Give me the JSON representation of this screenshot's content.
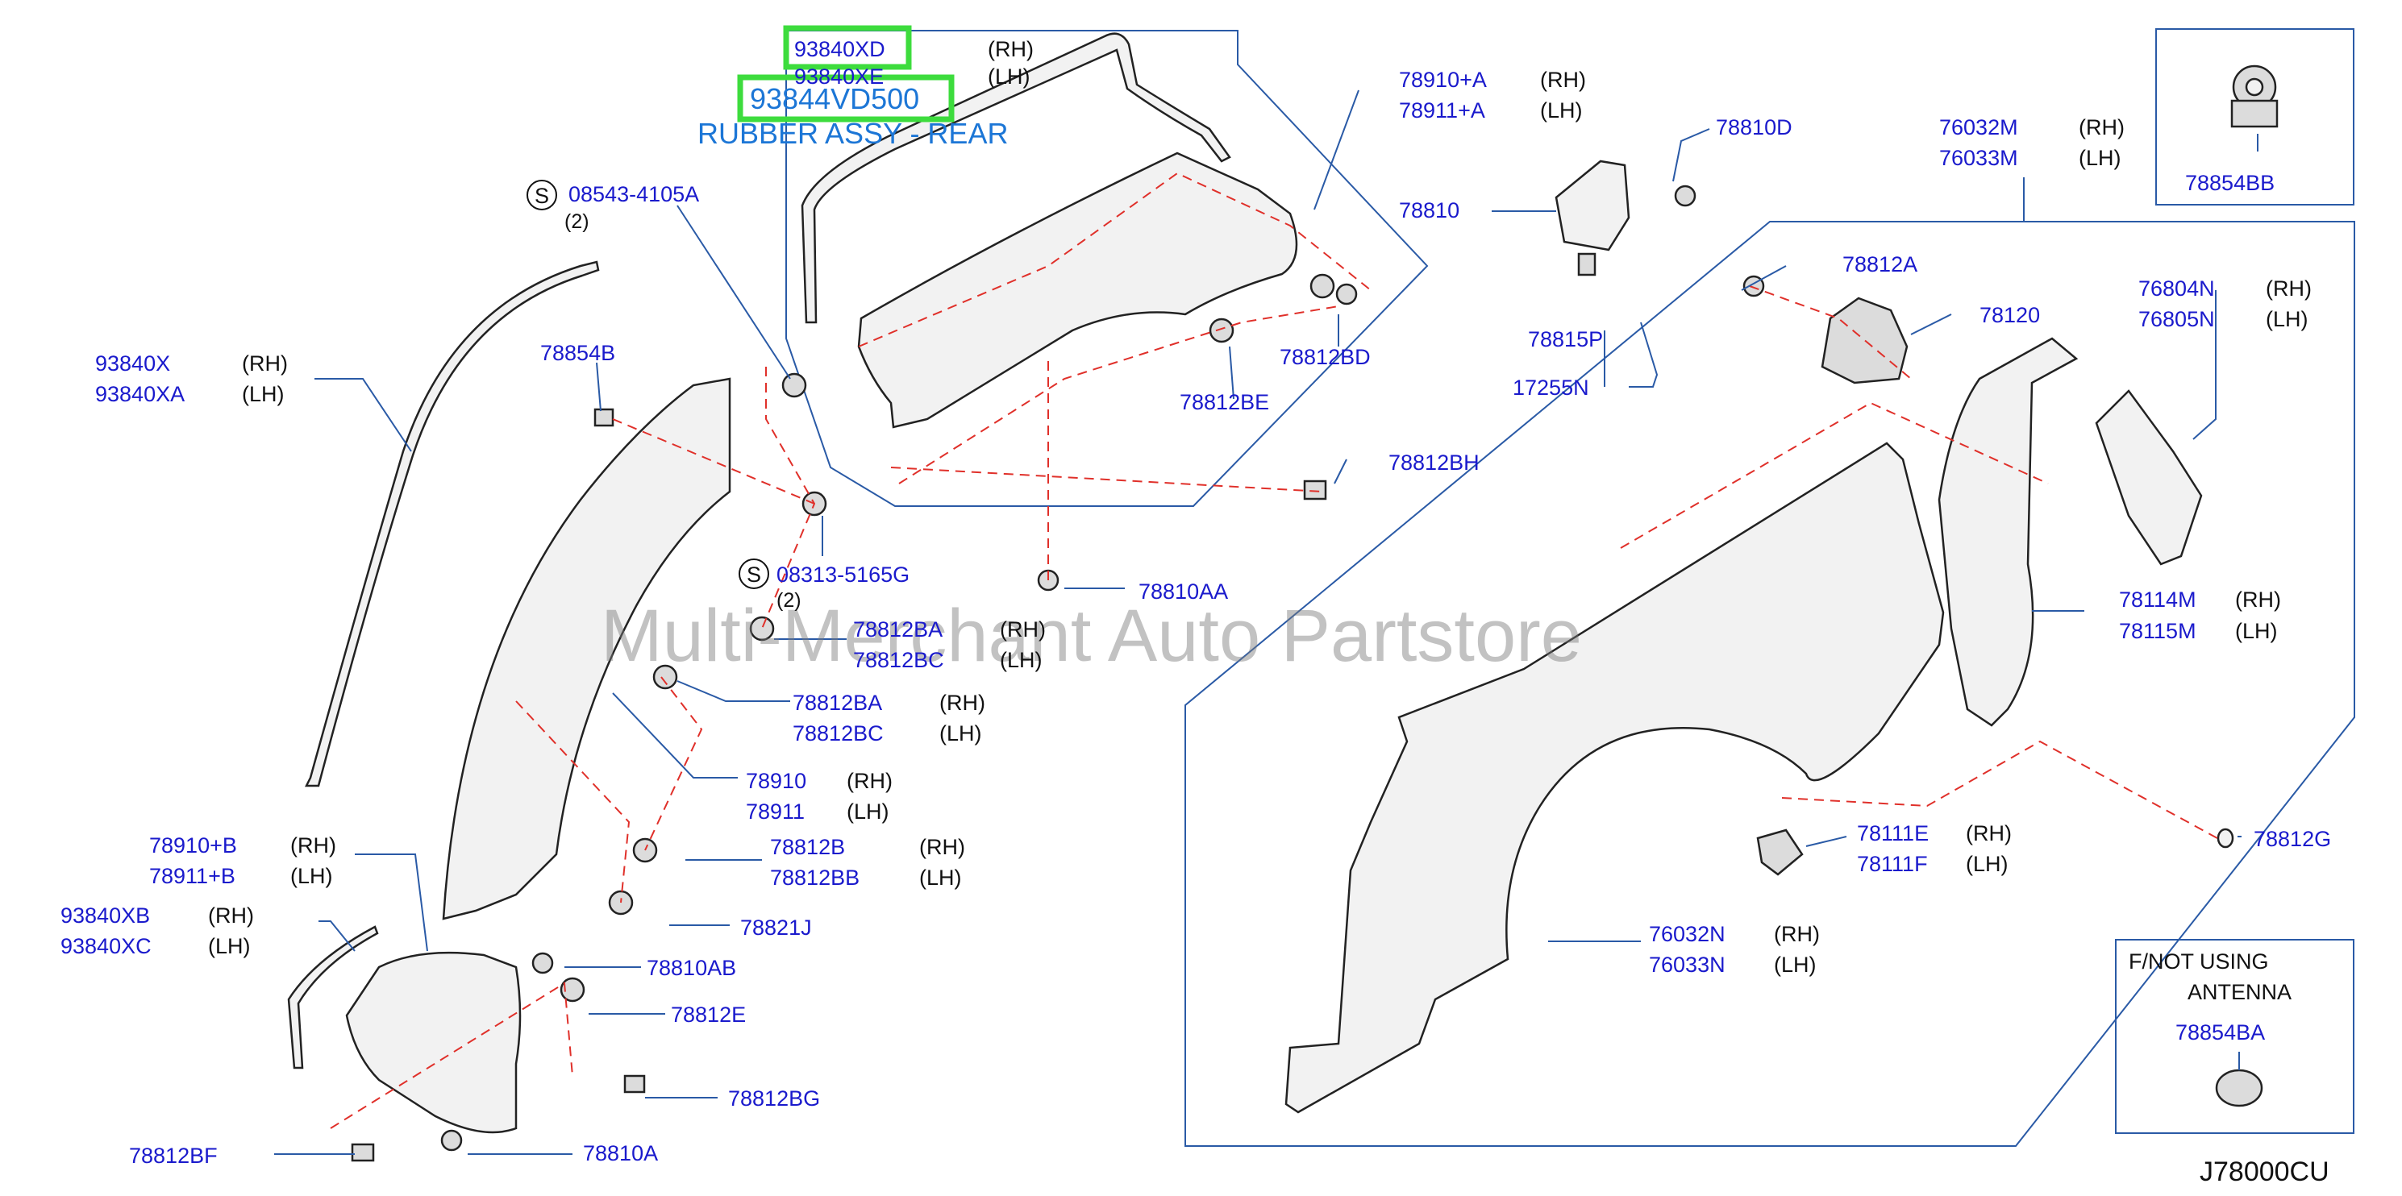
{
  "watermark": "Multi-Merchant Auto Partstore",
  "diagram_ref": "J78000CU",
  "highlight": {
    "part_number": "93844VD500",
    "description": "RUBBER ASSY - REAR",
    "color": "#3ddc3d",
    "text_color": "#1c76d6"
  },
  "colors": {
    "part_number": "#1a1acc",
    "leader": "#2a5aa6",
    "dash": "#e0302a"
  },
  "labels": [
    {
      "id": "93840XD",
      "pn": "93840XD",
      "side": "(RH)",
      "highlighted": true
    },
    {
      "id": "93840XE",
      "pn": "93840XE",
      "side": "(LH)"
    },
    {
      "id": "78910A",
      "pn": "78910+A",
      "side": "(RH)"
    },
    {
      "id": "78911A",
      "pn": "78911+A",
      "side": "(LH)"
    },
    {
      "id": "78810D",
      "pn": "78810D",
      "side": ""
    },
    {
      "id": "76032M",
      "pn": "76032M",
      "side": "(RH)"
    },
    {
      "id": "76033M",
      "pn": "76033M",
      "side": "(LH)"
    },
    {
      "id": "78854BB",
      "pn": "78854BB",
      "side": ""
    },
    {
      "id": "08543",
      "pn": "08543-4105A",
      "side": ""
    },
    {
      "id": "78810",
      "pn": "78810",
      "side": ""
    },
    {
      "id": "78812A",
      "pn": "78812A",
      "side": ""
    },
    {
      "id": "78120",
      "pn": "78120",
      "side": ""
    },
    {
      "id": "76804N",
      "pn": "76804N",
      "side": "(RH)"
    },
    {
      "id": "76805N",
      "pn": "76805N",
      "side": "(LH)"
    },
    {
      "id": "93840X",
      "pn": "93840X",
      "side": "(RH)"
    },
    {
      "id": "93840XA",
      "pn": "93840XA",
      "side": "(LH)"
    },
    {
      "id": "78854B",
      "pn": "78854B",
      "side": ""
    },
    {
      "id": "78812BD",
      "pn": "78812BD",
      "side": ""
    },
    {
      "id": "78815P",
      "pn": "78815P",
      "side": ""
    },
    {
      "id": "17255N",
      "pn": "17255N",
      "side": ""
    },
    {
      "id": "78812BE",
      "pn": "78812BE",
      "side": ""
    },
    {
      "id": "78812BH",
      "pn": "78812BH",
      "side": ""
    },
    {
      "id": "08313",
      "pn": "08313-5165G",
      "side": ""
    },
    {
      "id": "78810AA",
      "pn": "78810AA",
      "side": ""
    },
    {
      "id": "78114M",
      "pn": "78114M",
      "side": "(RH)"
    },
    {
      "id": "78115M",
      "pn": "78115M",
      "side": "(LH)"
    },
    {
      "id": "78812BA1",
      "pn": "78812BA",
      "side": "(RH)"
    },
    {
      "id": "78812BC1",
      "pn": "78812BC",
      "side": "(LH)"
    },
    {
      "id": "78812BA2",
      "pn": "78812BA",
      "side": "(RH)"
    },
    {
      "id": "78812BC2",
      "pn": "78812BC",
      "side": "(LH)"
    },
    {
      "id": "78910",
      "pn": "78910",
      "side": "(RH)"
    },
    {
      "id": "78911",
      "pn": "78911",
      "side": "(LH)"
    },
    {
      "id": "78111E",
      "pn": "78111E",
      "side": "(RH)"
    },
    {
      "id": "78111F",
      "pn": "78111F",
      "side": "(LH)"
    },
    {
      "id": "78812G",
      "pn": "78812G",
      "side": ""
    },
    {
      "id": "78910B",
      "pn": "78910+B",
      "side": "(RH)"
    },
    {
      "id": "78911B",
      "pn": "78911+B",
      "side": "(LH)"
    },
    {
      "id": "78812B",
      "pn": "78812B",
      "side": "(RH)"
    },
    {
      "id": "78812BB",
      "pn": "78812BB",
      "side": "(LH)"
    },
    {
      "id": "93840XB",
      "pn": "93840XB",
      "side": "(RH)"
    },
    {
      "id": "93840XC",
      "pn": "93840XC",
      "side": "(LH)"
    },
    {
      "id": "78821J",
      "pn": "78821J",
      "side": ""
    },
    {
      "id": "78810AB",
      "pn": "78810AB",
      "side": ""
    },
    {
      "id": "76032N",
      "pn": "76032N",
      "side": "(RH)"
    },
    {
      "id": "76033N",
      "pn": "76033N",
      "side": "(LH)"
    },
    {
      "id": "78812E",
      "pn": "78812E",
      "side": ""
    },
    {
      "id": "78854BA",
      "pn": "78854BA",
      "side": ""
    },
    {
      "id": "78812BG",
      "pn": "78812BG",
      "side": ""
    },
    {
      "id": "78812BF",
      "pn": "78812BF",
      "side": ""
    },
    {
      "id": "78810A",
      "pn": "78810A",
      "side": ""
    }
  ],
  "std_parts": [
    {
      "id": "s1",
      "symbol": "S",
      "qty": "(2)"
    },
    {
      "id": "s2",
      "symbol": "S",
      "qty": "(2)"
    }
  ],
  "note_box": {
    "line1": "F/NOT   USING",
    "line2": "ANTENNA"
  }
}
